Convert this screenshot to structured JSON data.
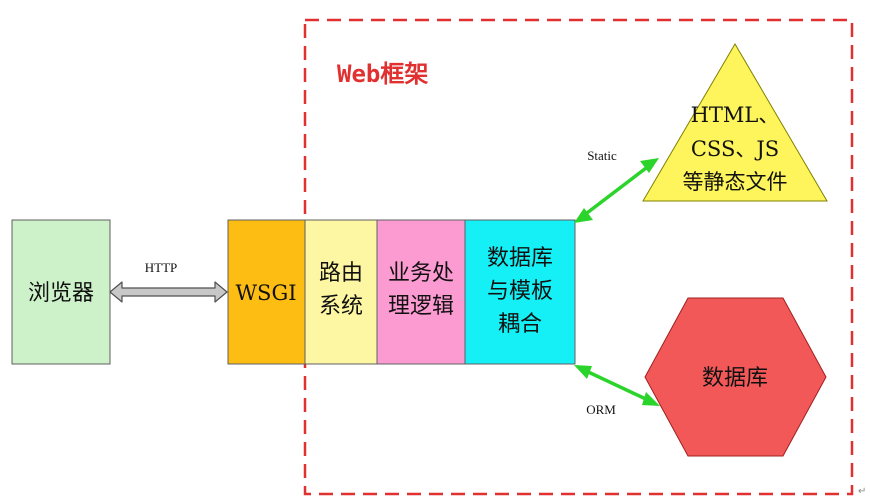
{
  "frame": {
    "title": "Web框架",
    "title_color": "#e03030",
    "border_color": "#e03030"
  },
  "nodes": {
    "browser": {
      "label": "浏览器",
      "fill": "#cdf1c9"
    },
    "wsgi": {
      "label": "WSGI",
      "fill": "#fdbd12"
    },
    "routing": {
      "lines": [
        "路由",
        "系统"
      ],
      "fill": "#fdf7a3"
    },
    "business": {
      "lines": [
        "业务处",
        "理逻辑"
      ],
      "fill": "#fc9ad2"
    },
    "db_coupling": {
      "lines": [
        "数据库",
        "与模板",
        "耦合"
      ],
      "fill": "#14f0f5"
    },
    "static_files": {
      "lines": [
        "HTML、",
        "CSS、JS",
        "等静态文件"
      ],
      "fill": "#fdf55b"
    },
    "database": {
      "label": "数据库",
      "fill": "#f25858"
    }
  },
  "edges": {
    "http": {
      "label": "HTTP",
      "color": "#c8c8c8"
    },
    "static": {
      "label": "Static",
      "color": "#2bd42b"
    },
    "orm": {
      "label": "ORM",
      "color": "#2bd42b"
    }
  },
  "corner_mark": "↵"
}
